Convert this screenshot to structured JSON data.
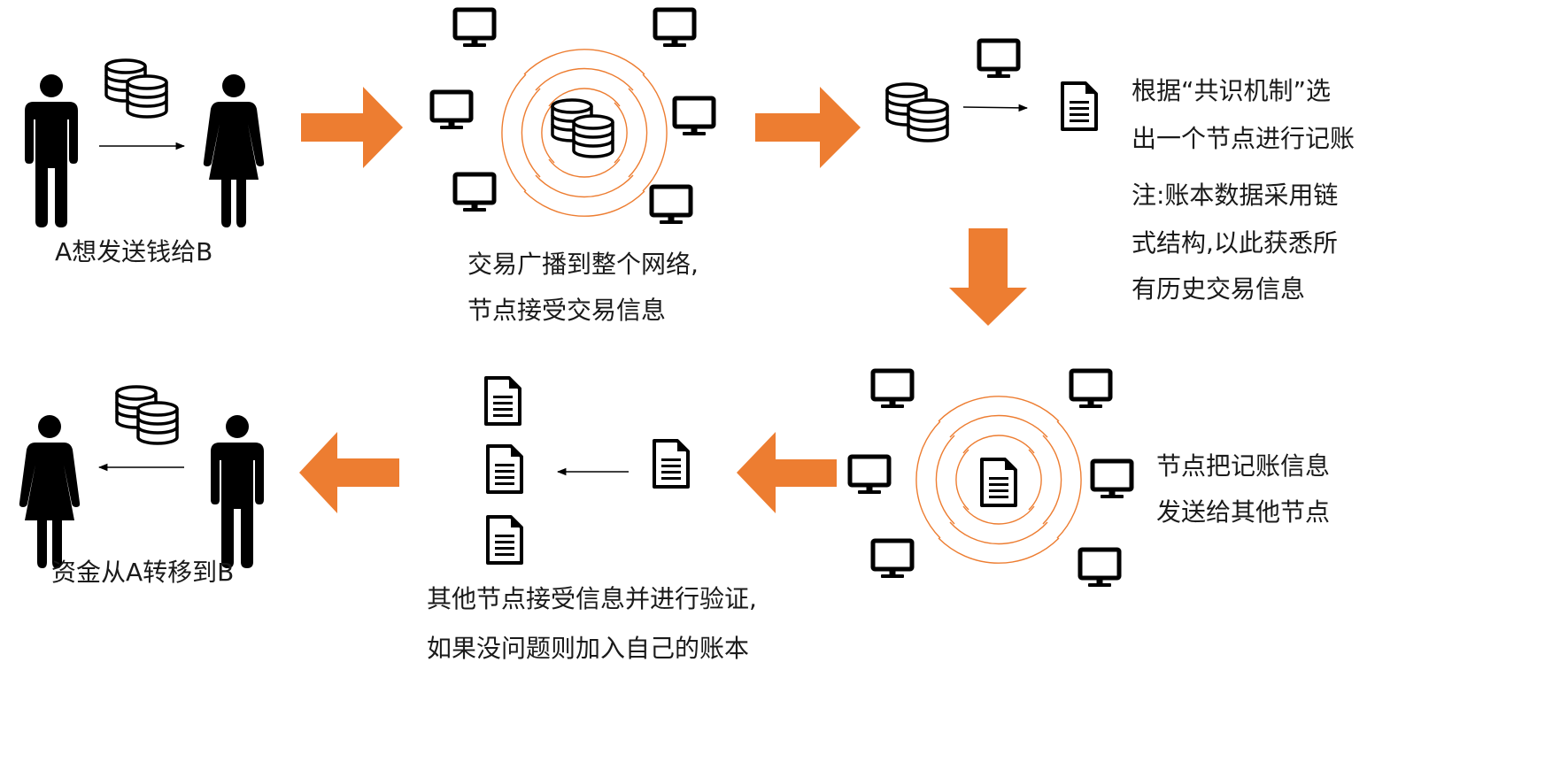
{
  "steps": [
    {
      "text": "A想发送钱给B"
    },
    {
      "line1": "交易广播到整个网络,",
      "line2": "节点接受交易信息"
    },
    {
      "line1": "根据“共识机制”选",
      "line2": "出一个节点进行记账",
      "note1": "注:账本数据采用链",
      "note2": "式结构,以此获悉所",
      "note3": "有历史交易信息"
    },
    {
      "line1": "节点把记账信息",
      "line2": "发送给其他节点"
    },
    {
      "line1": "其他节点接受信息并进行验证,",
      "line2": "如果没问题则加入自己的账本"
    },
    {
      "text": "资金从A转移到B"
    }
  ],
  "colors": {
    "accent": "#ED7D31",
    "ink": "#000000",
    "text": "#1a1a1a"
  },
  "icons": [
    "male-person-icon",
    "female-person-icon",
    "coins-icon",
    "monitor-icon",
    "document-icon",
    "broadcast-waves-icon"
  ]
}
